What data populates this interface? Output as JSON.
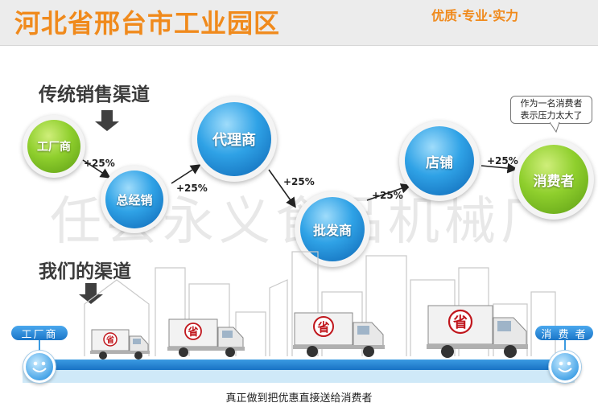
{
  "header": {
    "title": "河北省邢台市工业园区",
    "tagline": "优质·专业·实力"
  },
  "watermark": "任县永义食品机械厂",
  "traditional": {
    "heading": "传统销售渠道",
    "nodes": [
      "工厂商",
      "总经销",
      "代理商",
      "批发商",
      "店铺",
      "消费者"
    ],
    "markups": [
      "+25%",
      "+25%",
      "+25%",
      "+25%",
      "+25%"
    ],
    "speech": [
      "作为一名消费者",
      "表示压力太大了"
    ]
  },
  "ours": {
    "heading": "我们的渠道",
    "start_label": "工厂商",
    "end_label": "消 费 者",
    "truck_badge": "省",
    "slogan": "真正做到把优惠直接送给消费者"
  },
  "colors": {
    "accent_orange": "#f08a1c",
    "green": "#8fcf2d",
    "blue": "#2fa2e6"
  }
}
